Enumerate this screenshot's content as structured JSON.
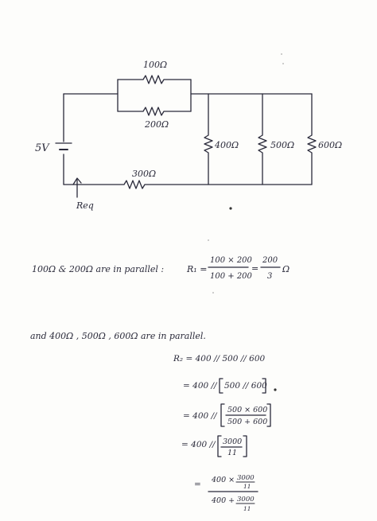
{
  "circuit": {
    "r1_label": "100Ω",
    "r2_label": "200Ω",
    "r3_label": "300Ω",
    "r4_label": "400Ω",
    "r5_label": "500Ω",
    "r6_label": "600Ω",
    "source_label": "5V",
    "req_label": "Req"
  },
  "notes": {
    "line1_text": "100Ω & 200Ω are in parallel :",
    "r1_lhs": "R₁ =",
    "r1_num": "100 × 200",
    "r1_den": "100 + 200",
    "r1_eq": "=",
    "r1_res_num": "200",
    "r1_res_den": "3",
    "r1_unit": "Ω",
    "line2_text": "and 400Ω , 500Ω , 600Ω are in parallel.",
    "r2_line1": "R₂ = 400 // 500 // 600",
    "r2_line2_a": "= 400 //",
    "r2_line2_b": "500 // 600",
    "r2_line3_a": "= 400 //",
    "r2_line3_num": "500 × 600",
    "r2_line3_den": "500 + 600",
    "r2_line4_a": "= 400 //",
    "r2_line4_num": "3000",
    "r2_line4_den": "11",
    "r2_line5_eq": "=",
    "r2_line5_top_a": "400 ×",
    "r2_line5_top_num": "3000",
    "r2_line5_top_den": "11",
    "r2_line5_bot_a": "400 +",
    "r2_line5_bot_num": "3000",
    "r2_line5_bot_den": "11"
  }
}
